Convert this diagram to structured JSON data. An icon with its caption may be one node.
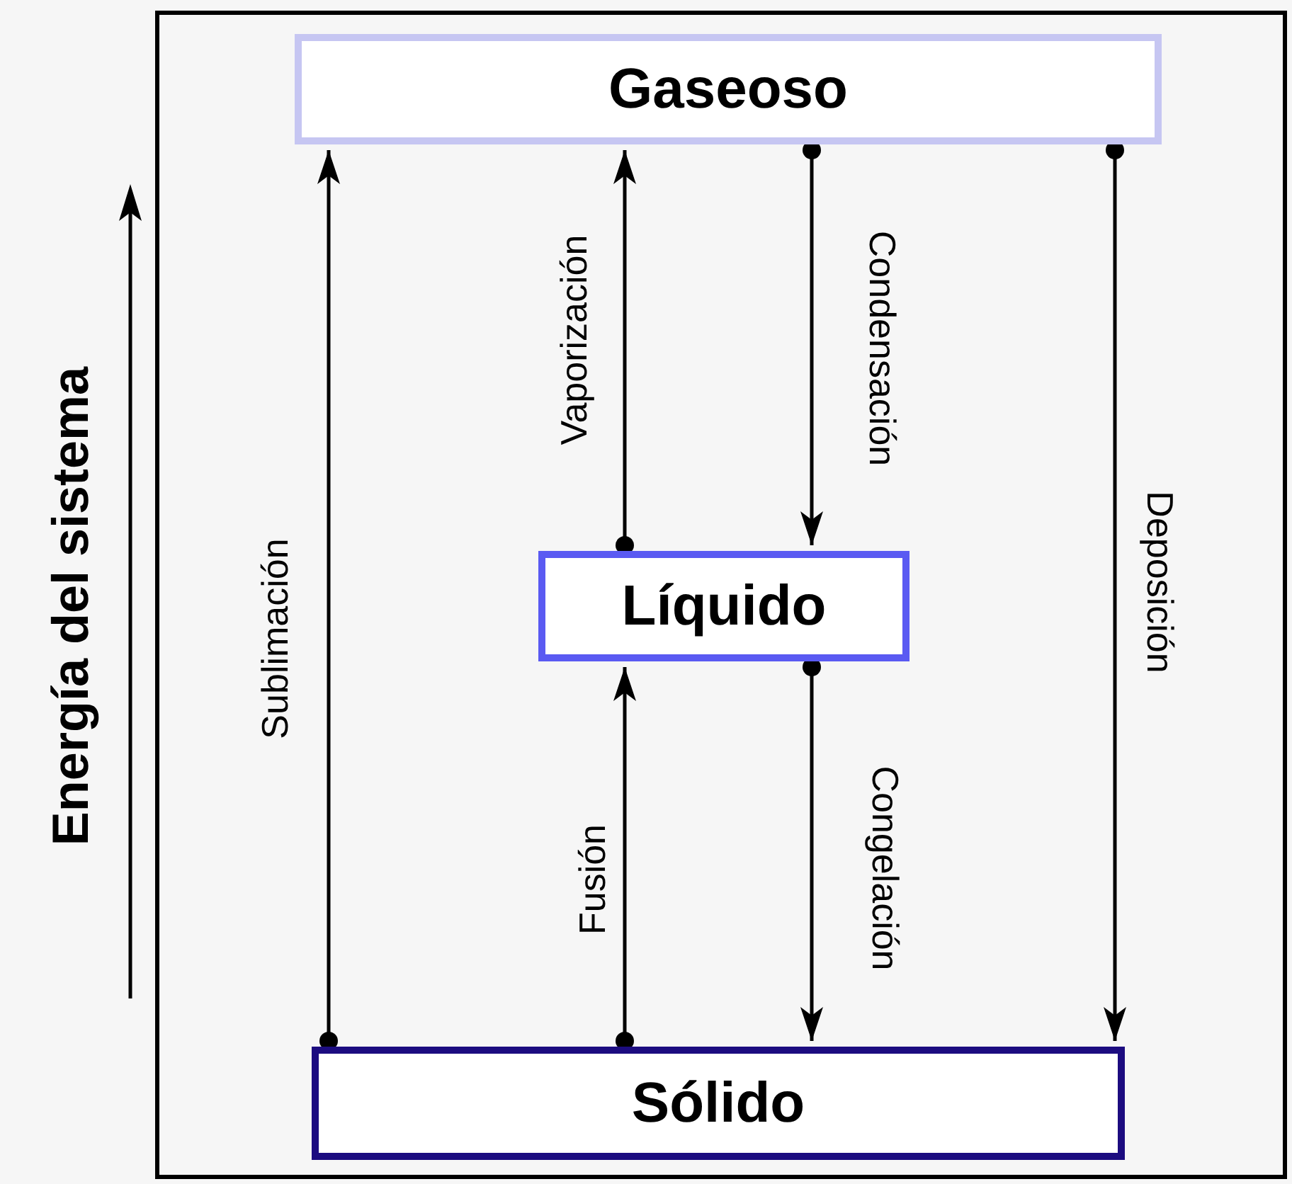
{
  "diagram": {
    "nodes": [
      {
        "text": [
          "Gaseoso"
        ]
      },
      {
        "text": [
          "Líquido"
        ]
      },
      {
        "text": [
          "Sólido"
        ]
      }
    ],
    "edges": [
      {
        "from": 2,
        "to": 0,
        "arrow": "to",
        "label": "Sublimación"
      },
      {
        "from": 1,
        "to": 0,
        "arrow": "to",
        "label": "Vaporización"
      },
      {
        "from": 0,
        "to": 1,
        "arrow": "to",
        "label": "Condensación"
      },
      {
        "from": 0,
        "to": 2,
        "arrow": "to",
        "label": "Deposición"
      },
      {
        "from": 2,
        "to": 1,
        "arrow": "to",
        "label": "Fusión"
      },
      {
        "from": 1,
        "to": 2,
        "arrow": "to",
        "label": "Congelación"
      }
    ],
    "labels": [
      "Energía del sistema"
    ]
  }
}
